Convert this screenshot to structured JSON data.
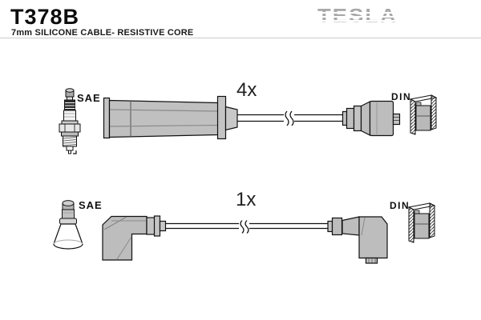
{
  "header": {
    "part_number": "T378B",
    "subtitle": "7mm SILICONE CABLE- RESISTIVE CORE",
    "brand": "TESLA"
  },
  "diagram": {
    "rows": [
      {
        "quantity": "4x",
        "plug_end": "SAE",
        "distributor_end": "DIN",
        "boot_style": "straight"
      },
      {
        "quantity": "1x",
        "plug_end": "SAE",
        "distributor_end": "DIN",
        "boot_style": "angled-90"
      }
    ]
  },
  "icons": {
    "spark_plug": "spark-plug-icon",
    "plug_terminal": "spark-plug-terminal-icon",
    "din_socket": "din-socket-section-icon",
    "cable_break": "cable-break-symbol-icon"
  },
  "colors": {
    "background": "#ffffff",
    "outline": "#1a1a1a",
    "boot_gray": "#bfbfbf",
    "boot_gray_dark": "#a9a9a9",
    "brand_gray": "#a8a8a8",
    "divider_gray": "#cccccc"
  }
}
